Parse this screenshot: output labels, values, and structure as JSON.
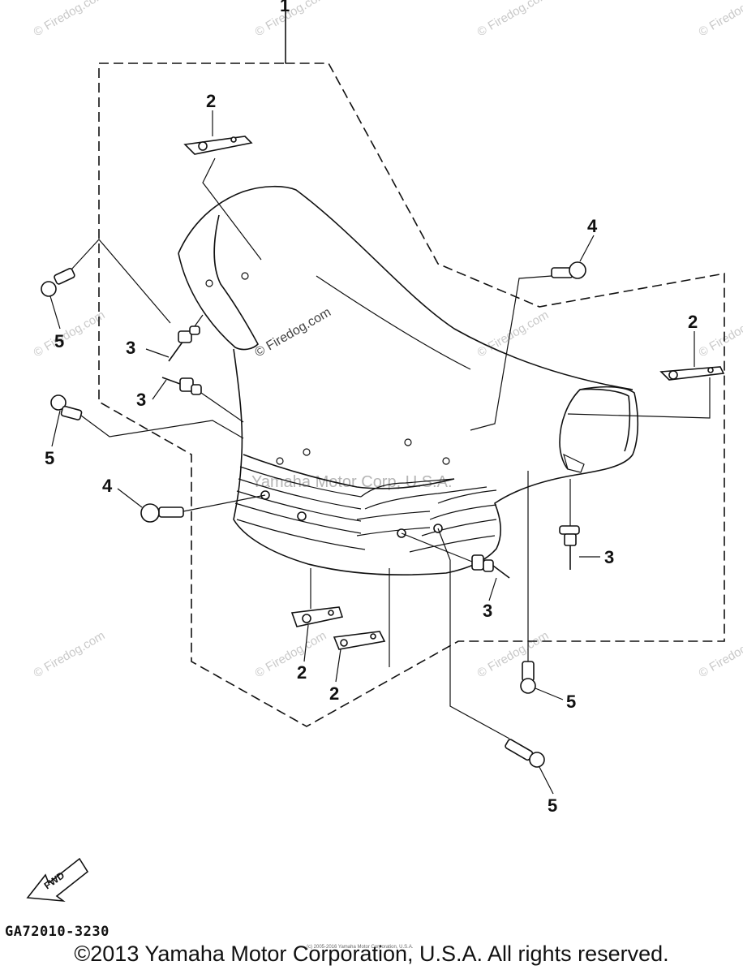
{
  "diagram": {
    "callouts": [
      "1",
      "2",
      "3",
      "4",
      "5"
    ],
    "fwd_label": "FWD",
    "watermark_text": "© Firedog.com",
    "ghost_text": "Yamaha Motor Corp, U.S.A.",
    "tiny_text": "(c) 2005-2016 Yamaha Motor Corporation, U.S.A."
  },
  "footer": {
    "part_code": "GA72010-3230",
    "copyright": "©2013 Yamaha Motor Corporation, U.S.A. All rights reserved."
  }
}
